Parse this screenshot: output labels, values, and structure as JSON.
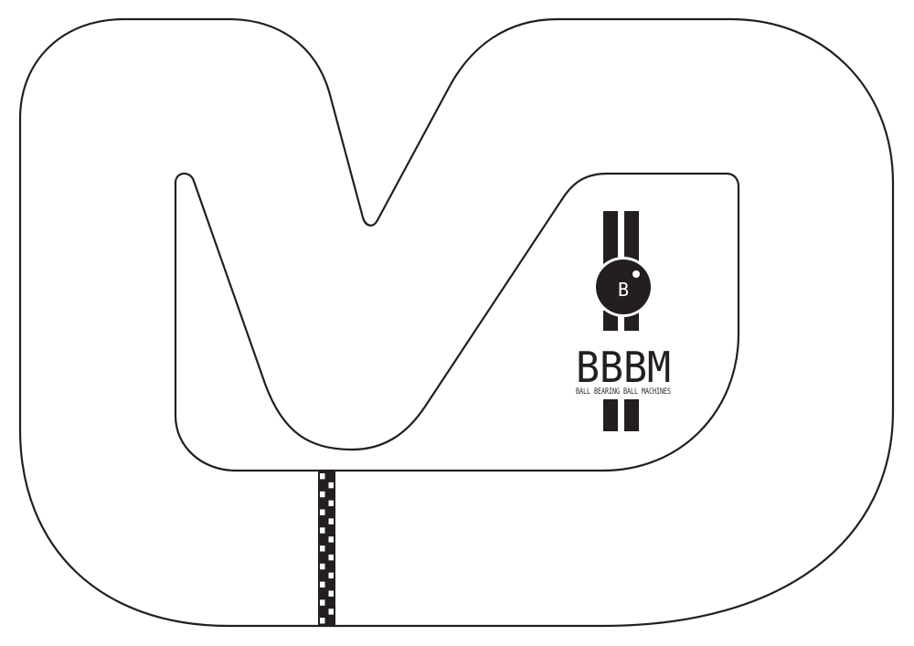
{
  "track": {
    "name": "slot-car-track-layout",
    "line_color": "#231f20",
    "background": "#ffffff"
  },
  "finish_line": {
    "pattern": "checkered",
    "dark_color": "#231f20",
    "light_color": "#ffffff",
    "rows": 17,
    "columns": 2
  },
  "logo": {
    "ball_letter": "B",
    "wordmark": "BBBM",
    "tagline": "BALL BEARING BALL MACHINES",
    "color": "#231f20"
  }
}
